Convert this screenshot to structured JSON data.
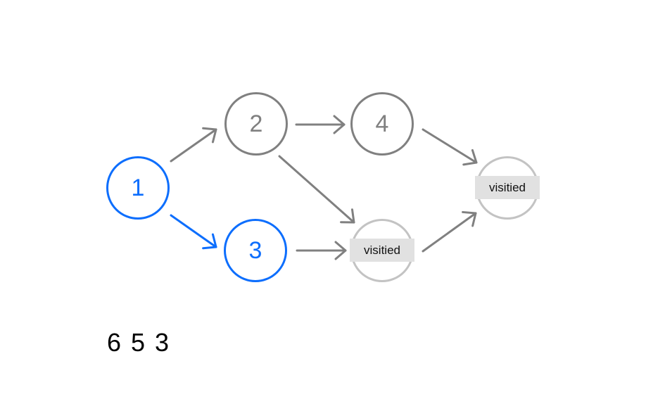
{
  "colors": {
    "highlight_blue": "#0d6efd",
    "node_gray": "#808080",
    "visited_circle_gray": "#c3c3c3",
    "visited_label_bg": "#e1e1e1",
    "text_black": "#111111",
    "background": "#ffffff"
  },
  "graph": {
    "nodes": [
      {
        "id": "1",
        "label": "1",
        "style": "highlighted-blue"
      },
      {
        "id": "2",
        "label": "2",
        "style": "gray"
      },
      {
        "id": "3",
        "label": "3",
        "style": "highlighted-blue"
      },
      {
        "id": "4",
        "label": "4",
        "style": "gray"
      },
      {
        "id": "visited-bottom",
        "label": "visitied",
        "style": "visited"
      },
      {
        "id": "visited-right",
        "label": "visitied",
        "style": "visited"
      }
    ],
    "edges": [
      {
        "from": "1",
        "to": "2",
        "color": "gray"
      },
      {
        "from": "1",
        "to": "3",
        "color": "blue"
      },
      {
        "from": "2",
        "to": "4",
        "color": "gray"
      },
      {
        "from": "2",
        "to": "visited-bottom",
        "color": "gray"
      },
      {
        "from": "3",
        "to": "visited-bottom",
        "color": "gray"
      },
      {
        "from": "4",
        "to": "visited-right",
        "color": "gray"
      },
      {
        "from": "visited-bottom",
        "to": "visited-right",
        "color": "gray"
      }
    ]
  },
  "footer": {
    "output_text": "6 5 3"
  }
}
